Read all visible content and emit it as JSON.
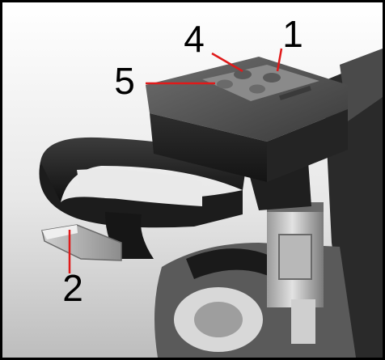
{
  "callouts": [
    {
      "id": "1",
      "label": "1"
    },
    {
      "id": "2",
      "label": "2"
    },
    {
      "id": "4",
      "label": "4"
    },
    {
      "id": "5",
      "label": "5"
    }
  ],
  "colors": {
    "leader": "#e01a1a",
    "label": "#000000",
    "frame": "#000000",
    "background": "#ffffff"
  }
}
